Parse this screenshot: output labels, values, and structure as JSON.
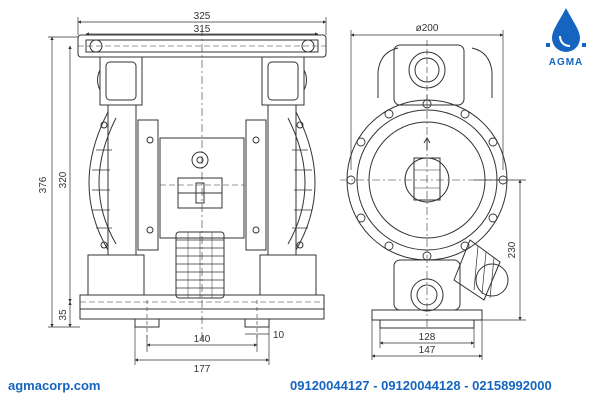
{
  "brand": {
    "logo_text": "AGMA",
    "color": "#1565c0",
    "icon": "water-drop-icon"
  },
  "footer": {
    "website": "agmacorp.com",
    "phones": "09120044127 - 09120044128 - 02158992000"
  },
  "front_view": {
    "dims": {
      "overall_width": "325",
      "manifold_width": "315",
      "overall_height": "376",
      "port_height": "320",
      "foot_height": "35",
      "mount_spacing": "140",
      "base_width": "177",
      "slot_width": "10"
    }
  },
  "side_view": {
    "dims": {
      "port_diameter": "ø200",
      "inlet_height": "230",
      "mount_spacing": "128",
      "base_width": "147"
    }
  }
}
